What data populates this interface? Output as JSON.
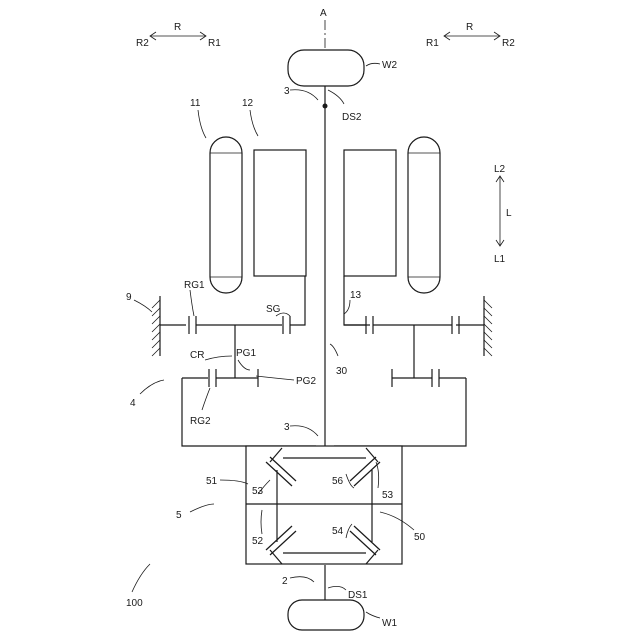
{
  "axis_label": "A",
  "direction_top_left": {
    "left": "R2",
    "mid": "R",
    "right": "R1"
  },
  "direction_top_right": {
    "left": "R1",
    "mid": "R",
    "right": "R2"
  },
  "direction_side": {
    "top": "L2",
    "mid": "L",
    "bottom": "L1"
  },
  "labels": {
    "w2": "W2",
    "w1": "W1",
    "ds2": "DS2",
    "ds1": "DS1",
    "shaft_top": "3",
    "shaft_mid": "3",
    "shaft_bottom": "2",
    "stator": "11",
    "rotor": "12",
    "rotor_shaft": "13",
    "casing": "9",
    "rg1": "RG1",
    "sg": "SG",
    "cr": "CR",
    "pg1": "PG1",
    "pg2": "PG2",
    "rg2": "RG2",
    "sun_shaft": "30",
    "planetary": "4",
    "differential": "5",
    "diff_case_top": "51",
    "diff_case_bottom": "52",
    "pinion_left": "53",
    "pinion_right": "53",
    "side_gear_top": "56",
    "side_gear_bottom": "54",
    "diff_ref": "50",
    "device": "100"
  }
}
